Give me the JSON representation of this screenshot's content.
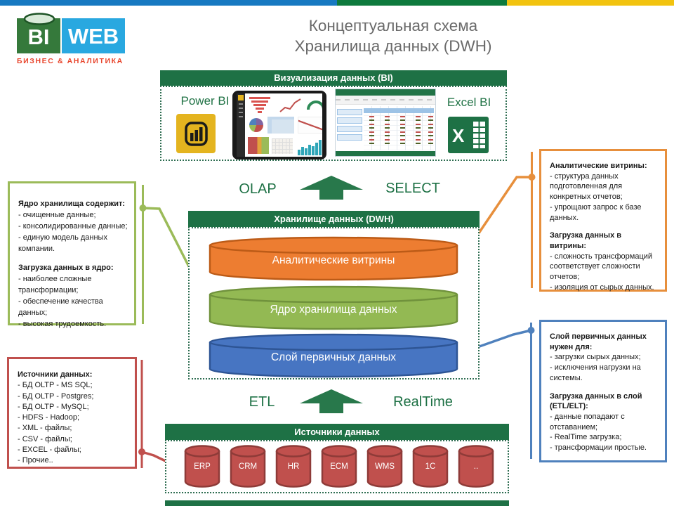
{
  "logo": {
    "bi": "BI",
    "web": "WEB",
    "tagline": "БИЗНЕС & АНАЛИТИКА"
  },
  "title": {
    "line1": "Концептуальная схема",
    "line2": "Хранилища данных (DWH)"
  },
  "bi_section": {
    "header": "Визуализация данных (BI)",
    "power_bi_label": "Power BI",
    "excel_bi_label": "Excel BI",
    "excel_icon_letter": "X"
  },
  "flow_top": {
    "left": "OLAP",
    "right": "SELECT"
  },
  "flow_bottom": {
    "left": "ETL",
    "right": "RealTime"
  },
  "dwh_section": {
    "header": "Хранилище данных (DWH)",
    "layers": [
      {
        "label": "Аналитические витрины",
        "fill": "#ED7D31",
        "stroke": "#BC5B17"
      },
      {
        "label": "Ядро хранилища данных",
        "fill": "#93B953",
        "stroke": "#70923C"
      },
      {
        "label": "Слой первичных данных",
        "fill": "#4775C2",
        "stroke": "#2E5595"
      }
    ]
  },
  "sources_section": {
    "header": "Источники данных",
    "db_fill": "#C0504D",
    "db_stroke": "#8E3B38",
    "databases": [
      "ERP",
      "CRM",
      "HR",
      "ECM",
      "WMS",
      "1С",
      ".."
    ]
  },
  "notes": {
    "core": {
      "h1": "Ядро хранилища содержит:",
      "b1": "- очищенные данные;\n- консолидированные данные;\n- единую модель данных компании.",
      "h2": "Загрузка данных в ядро:",
      "b2": "- наиболее сложные трансформации;\n- обеспечение качества данных;\n- высокая трудоемкость."
    },
    "sources": {
      "h1": "Источники данных:",
      "b1": "- БД OLTP - MS SQL;\n- БД OLTP - Postgres;\n- БД OLTP - MySQL;\n- HDFS - Hadoop;\n- XML - файлы;\n- CSV - файлы;\n- EXCEL - файлы;\n- Прочие.."
    },
    "marts": {
      "h1": "Аналитические витрины:",
      "b1": "- структура данных подготовленная для конкретных отчетов;\n- упрощают запрос к базе данных.",
      "h2": "Загрузка данных в витрины:",
      "b2": "- сложность трансформаций соответствует сложности отчетов;\n- изоляция от сырых данных."
    },
    "staging": {
      "h1": "Слой первичных данных нужен для:",
      "b1": "- загрузки сырых данных;\n- исключения нагрузки на системы.",
      "h2": "Загрузка данных в слой (ETL/ELT):",
      "b2": "- данные попадают с отставанием;\n- RealTime загрузка;\n- трансформации простые."
    }
  },
  "colors": {
    "header_green": "#1E7145",
    "arrow_green": "#28784B",
    "topbar_blue": "#1779C1",
    "topbar_green": "#0E7A3D",
    "topbar_yellow": "#F2C30F",
    "note_green": "#9BBB59",
    "note_red": "#C0504D",
    "note_orange": "#E78F3C",
    "note_blue": "#4F81BD",
    "powerbi_yellow": "#E4B41F"
  }
}
